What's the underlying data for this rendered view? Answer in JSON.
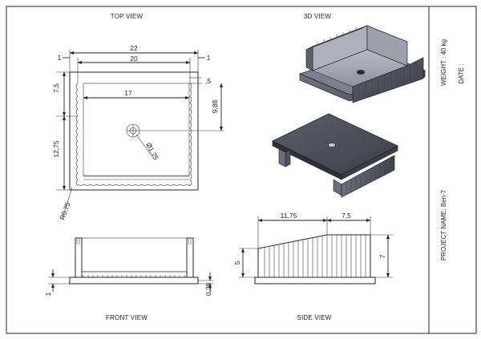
{
  "sheet": {
    "views": {
      "top": "TOP VIEW",
      "iso": "3D VIEW",
      "front": "FRONT VIEW",
      "side": "SIDE VIEW"
    },
    "title_block": {
      "weight": "WEIGHT : 40 kg",
      "date": "DATE :",
      "project": "PROJECT NAME: Ben-7"
    }
  },
  "dimensions": {
    "top_overall_width": "22",
    "top_inner_width": "20",
    "top_left_margin": "1",
    "top_right_margin": "1",
    "top_front_offset": "7,5",
    "top_hole_x": "17",
    "top_wall_thickness": ",5",
    "top_hole_y": "9,88",
    "top_depth": "12,75",
    "hole_diameter": "Ø1,75",
    "corner_radius": "R0,75",
    "front_base_thickness": "1",
    "front_base_offset": "0,38",
    "side_length_a": "11,75",
    "side_length_b": "7,5",
    "side_height_low": "5",
    "side_height_high": "7"
  }
}
